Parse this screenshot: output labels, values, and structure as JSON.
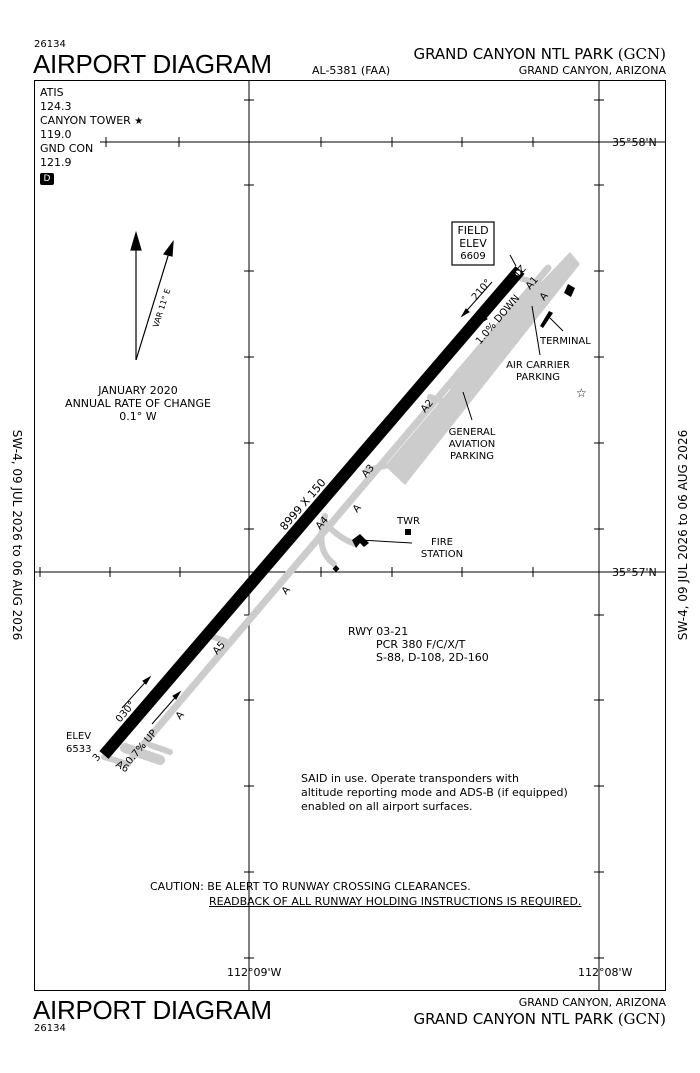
{
  "header": {
    "procedure_number": "26134",
    "title": "AIRPORT DIAGRAM",
    "al_number": "AL-5381 (FAA)",
    "airport_name": "GRAND CANYON NTL PARK",
    "airport_code": "(GCN)",
    "location": "GRAND CANYON, ARIZONA"
  },
  "footer": {
    "title": "AIRPORT DIAGRAM",
    "procedure_number": "26134",
    "location": "GRAND CANYON, ARIZONA",
    "airport_name": "GRAND CANYON NTL PARK",
    "airport_code": "(GCN)"
  },
  "side_notes": {
    "left": "SW-4,  09 JUL 2026  to  06 AUG 2026",
    "right": "SW-4,  09 JUL 2026  to  06 AUG 2026"
  },
  "frequencies": {
    "atis_label": "ATIS",
    "atis_freq": "124.3",
    "tower_label": "CANYON TOWER",
    "tower_star": "★",
    "tower_freq": "119.0",
    "gnd_label": "GND CON",
    "gnd_freq": "121.9",
    "d_badge": "D"
  },
  "grid": {
    "lat_north": "35°58'N",
    "lat_south": "35°57'N",
    "lon_west": "112°09'W",
    "lon_east": "112°08'W"
  },
  "magvar": {
    "label": "VAR 11° E",
    "date_line": "JANUARY 2020",
    "rate_line": "ANNUAL RATE OF CHANGE",
    "rate_value": "0.1° W"
  },
  "field_elev": {
    "label1": "FIELD",
    "label2": "ELEV",
    "value": "6609"
  },
  "runway": {
    "dimensions": "8999 X 150",
    "heading_ne": "210°",
    "heading_sw": "030°",
    "slope_ne": "1.0% DOWN",
    "slope_sw": "0.7% UP",
    "end_ne": "21",
    "end_sw": "3",
    "elev_sw_label": "ELEV",
    "elev_sw_value": "6533"
  },
  "taxiways": {
    "a1": "A1",
    "a2": "A2",
    "a3": "A3",
    "a4": "A4",
    "a5": "A5",
    "a6": "A6",
    "a": "A"
  },
  "labels": {
    "terminal": "TERMINAL",
    "air_carrier_1": "AIR CARRIER",
    "air_carrier_2": "PARKING",
    "ga_1": "GENERAL",
    "ga_2": "AVIATION",
    "ga_3": "PARKING",
    "tower": "TWR",
    "fire_1": "FIRE",
    "fire_2": "STATION",
    "beacon": "☆"
  },
  "runway_info": {
    "line1": "RWY 03-21",
    "line2": "PCR 380 F/C/X/T",
    "line3": "S-88, D-108, 2D-160"
  },
  "said_note": {
    "line1": "SAID in use. Operate transponders with",
    "line2": "altitude reporting mode and ADS-B (if equipped)",
    "line3": "enabled on all airport surfaces."
  },
  "caution": {
    "line1": "CAUTION: BE ALERT TO RUNWAY CROSSING CLEARANCES.",
    "line2": "READBACK OF ALL RUNWAY HOLDING INSTRUCTIONS IS REQUIRED."
  }
}
